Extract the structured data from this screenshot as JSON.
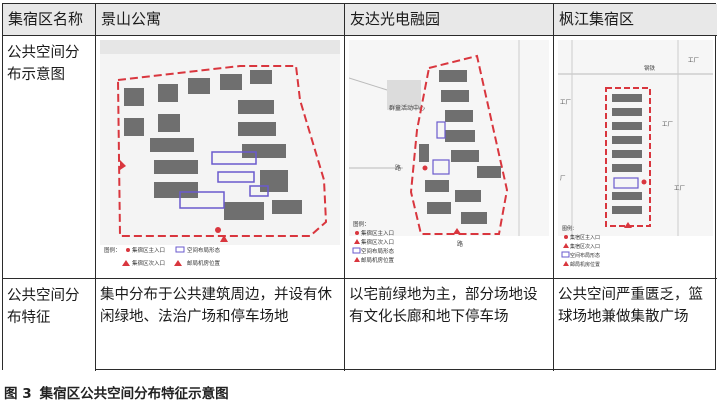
{
  "table": {
    "header": {
      "row_label": "集宿区名称",
      "col1": "景山公寓",
      "col2": "友达光电融园",
      "col3": "枫江集宿区"
    },
    "row1_label": "公共空间分布示意图",
    "row2_label": "公共空间分布特征",
    "features": {
      "col1": "集中分布于公共建筑周边，并设有休闲绿地、法治广场和停车场地",
      "col2": "以宅前绿地为主，部分场地设有文化长廊和地下停车场",
      "col3": "公共空间严重匮乏，篮球场地兼做集散广场"
    }
  },
  "maps": {
    "map1": {
      "legend_title": "图例：",
      "legend": [
        "集宿区主入口",
        "空间布局形态",
        "集宿区次入口",
        "邮局机房位置"
      ]
    },
    "map2": {
      "label_center": "群童活动中心",
      "label_road1": "路",
      "label_road2": "路",
      "legend_title": "图例：",
      "legend": [
        "集宿区主入口",
        "集宿区次入口",
        "空间布局形态",
        "邮局机房位置"
      ]
    },
    "map3": {
      "label_road": "钢铁",
      "label_factory1": "工厂",
      "label_factory2": "工厂",
      "label_factory3": "工厂",
      "label_factory4": "厂",
      "label_factory5": "工厂",
      "legend_title": "图例：",
      "legend": [
        "集宿区主入口",
        "集宿区次入口",
        "空间布局形态",
        "邮局机房位置"
      ]
    }
  },
  "caption": {
    "figure_no": "图 3",
    "title": "集宿区公共空间分布特征示意图"
  },
  "colors": {
    "boundary": "#d9363e",
    "building": "#6f6f6f",
    "public_space": "#6a5acd"
  }
}
